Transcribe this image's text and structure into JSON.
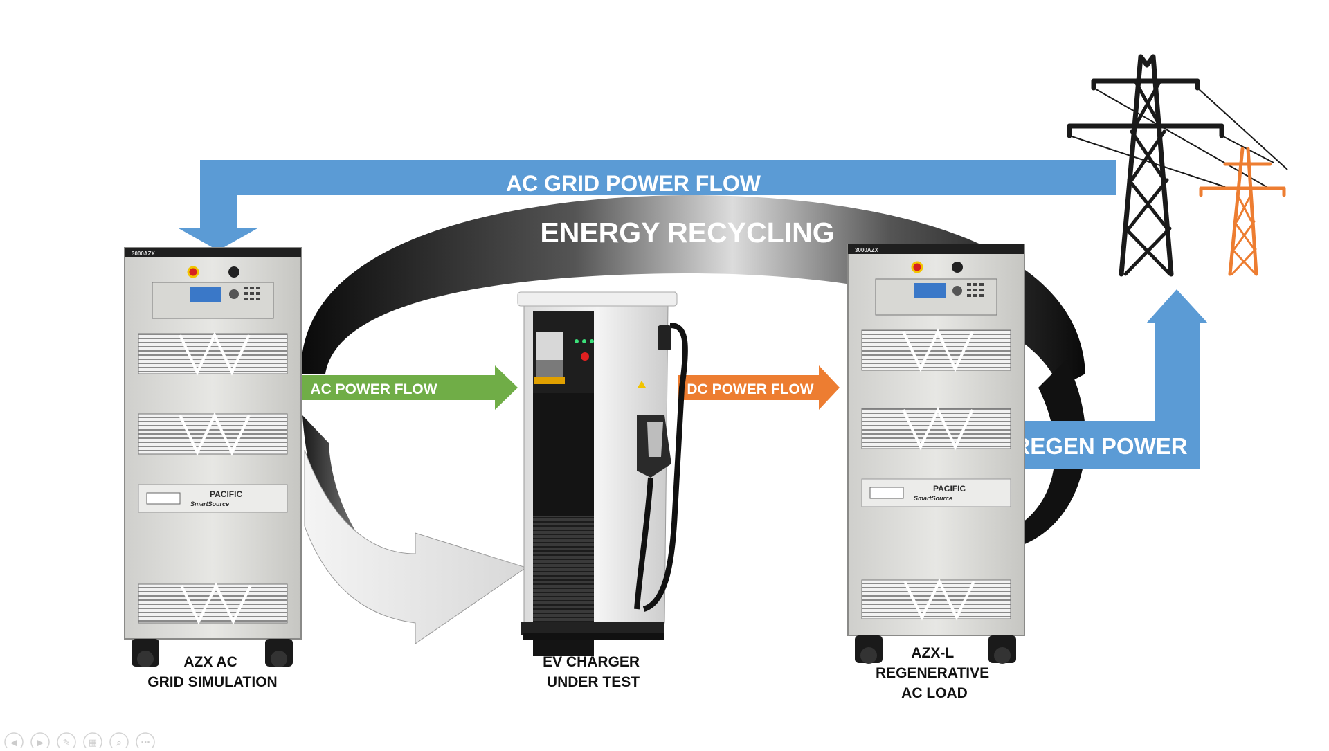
{
  "labels": {
    "ac_grid_power_flow": "AC GRID POWER FLOW",
    "energy_recycling": "ENERGY RECYCLING",
    "ac_power_flow": "AC POWER FLOW",
    "dc_power_flow": "DC POWER FLOW",
    "regen_power": "REGEN POWER"
  },
  "devices": {
    "source": {
      "model": "3000AZX",
      "brand": "PACIFIC",
      "sub_brand": "SmartSource",
      "caption_lines": [
        "AZX AC",
        "GRID SIMULATION"
      ]
    },
    "charger": {
      "caption_lines": [
        "EV CHARGER",
        "UNDER TEST"
      ]
    },
    "load": {
      "model": "3000AZX",
      "brand": "PACIFIC",
      "sub_brand": "SmartSource",
      "caption_lines": [
        "AZX-L",
        "REGENERATIVE",
        "AC LOAD"
      ]
    }
  },
  "colors": {
    "grid_arrow": "#5b9bd5",
    "ac_arrow": "#70ad47",
    "dc_arrow": "#ed7d31",
    "tower_dark": "#1a1a1a",
    "tower_orange": "#ed7d31"
  },
  "slideshow_controls": [
    {
      "name": "prev-slide-icon",
      "glyph": "◀"
    },
    {
      "name": "next-slide-icon",
      "glyph": "▶"
    },
    {
      "name": "pen-icon",
      "glyph": "✎"
    },
    {
      "name": "slides-grid-icon",
      "glyph": "▦"
    },
    {
      "name": "zoom-icon",
      "glyph": "⌕"
    },
    {
      "name": "more-options-icon",
      "glyph": "⋯"
    }
  ]
}
